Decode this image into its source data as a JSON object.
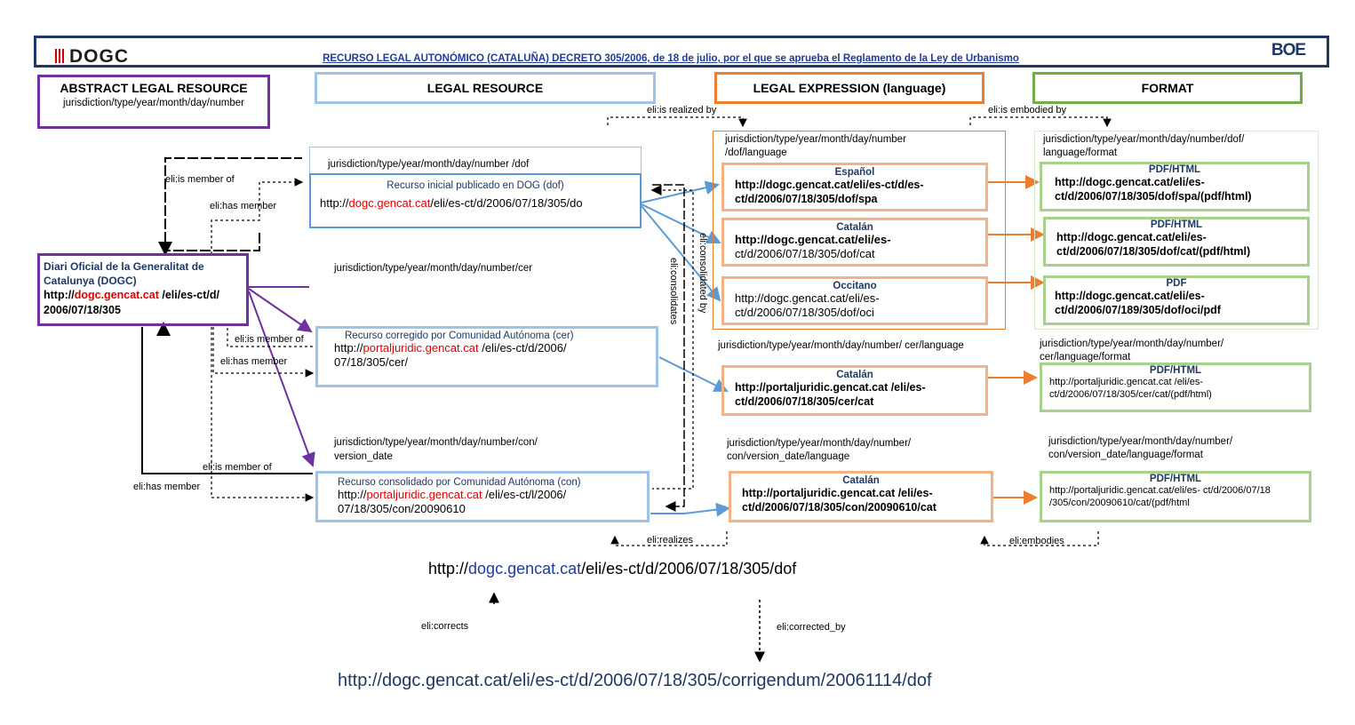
{
  "header": {
    "logo_left": "DOGC",
    "title": "RECURSO LEGAL AUTONÓMICO (CATALUÑA) DECRETO 305/2006, de 18 de julio, por el que se aprueba el Reglamento de la Ley de Urbanismo",
    "logo_right": "BOE"
  },
  "columns": {
    "abstract": {
      "title": "ABSTRACT LEGAL RESOURCE",
      "pattern": "jurisdiction/type/year/month/day/number"
    },
    "legal_resource": {
      "title": "LEGAL RESOURCE"
    },
    "legal_expression": {
      "title": "LEGAL EXPRESSION (language)"
    },
    "format": {
      "title": "FORMAT"
    }
  },
  "relations": {
    "is_realized_by": "eli:is realized by",
    "is_embodied_by": "eli:is embodied by",
    "is_member_of": "eli:is member of",
    "has_member": "eli:has member",
    "consolidates": "eli:consolidates",
    "consolidated_by": "eli:consolidated by",
    "realizes": "eli:realizes",
    "embodies": "eli:embodies",
    "corrects": "eli:corrects",
    "corrected_by": "eli:corrected_by"
  },
  "dogc_box": {
    "title": "Diari Oficial de la Generalitat de Catalunya (DOGC)",
    "url_prefix": "http://",
    "url_domain": "dogc.gencat.cat",
    "url_rest": " /eli/es-ct/d/ 2006/07/18/305"
  },
  "resources": {
    "dof": {
      "pattern": "jurisdiction/type/year/month/day/number /dof",
      "caption": "Recurso inicial publicado en DOG (dof)",
      "url_prefix": "http://",
      "url_domain": "dogc.gencat.cat",
      "url_rest": "/eli/es-ct/d/2006/07/18/305/do"
    },
    "cer": {
      "pattern": "jurisdiction/type/year/month/day/number/cer",
      "caption": "Recurso corregido por Comunidad Autónoma (cer)",
      "url_prefix": "http://",
      "url_domain": "portaljuridic.gencat.cat",
      "url_rest": " /eli/es-ct/d/2006/ 07/18/305/cer/"
    },
    "con": {
      "pattern": "jurisdiction/type/year/month/day/number/con/ version_date",
      "caption": "Recurso consolidado por Comunidad Autónoma (con)",
      "url_prefix": "http://",
      "url_domain": "portaljuridic.gencat.cat",
      "url_rest": " /eli/es-ct/l/2006/ 07/18/305/con/20090610"
    }
  },
  "expressions": {
    "dof_pattern": "jurisdiction/type/year/month/day/number /dof/language",
    "dof_spa": {
      "lang": "Español",
      "url": "http://dogc.gencat.cat/eli/es-ct/d/es-ct/d/2006/07/18/305/dof/spa"
    },
    "dof_cat": {
      "lang": "Catalán",
      "url_bold": "http://dogc.gencat.cat/eli/es-",
      "url_plain": "ct/d/2006/07/18/305/dof/cat"
    },
    "dof_oci": {
      "lang": "Occitano",
      "url": "http://dogc.gencat.cat/eli/es- ct/d/2006/07/18/305/dof/oci"
    },
    "cer_pattern": "jurisdiction/type/year/month/day/number/ cer/language",
    "cer_cat": {
      "lang": "Catalán",
      "url": "http://portaljuridic.gencat.cat /eli/es- ct/d/2006/07/18/305/cer/cat"
    },
    "con_pattern": "jurisdiction/type/year/month/day/number/ con/version_date/language",
    "con_cat": {
      "lang": "Catalán",
      "url": "http://portaljuridic.gencat.cat /eli/es- ct/d/2006/07/18/305/con/20090610/cat"
    }
  },
  "formats": {
    "dof_pattern": "jurisdiction/type/year/month/day/number/dof/ language/format",
    "f1": {
      "label": "PDF/HTML",
      "url": "http://dogc.gencat.cat/eli/es- ct/d/2006/07/18/305/dof/spa/(pdf/html)"
    },
    "f2": {
      "label": "PDF/HTML",
      "url": "http://dogc.gencat.cat/eli/es- ct/d/2006/07/18/305/dof/cat/(pdf/html)"
    },
    "f3": {
      "label": "PDF",
      "url": "http://dogc.gencat.cat/eli/es- ct/d/2006/07/189/305/dof/oci/pdf"
    },
    "cer_pattern": "jurisdiction/type/year/month/day/number/ cer/language/format",
    "f4": {
      "label": "PDF/HTML",
      "url": "http://portaljuridic.gencat.cat /eli/es- ct/d/2006/07/18/305/cer/cat/(pdf/html)"
    },
    "con_pattern": "jurisdiction/type/year/month/day/number/ con/version_date/language/format",
    "f5": {
      "label": "PDF/HTML",
      "url": "http://portaljuridic.gencat.cat/eli/es- ct/d/2006/07/18 /305/con/20090610/cat/(pdf/html"
    }
  },
  "bottom": {
    "url1_prefix": "http://",
    "url1_domain": "dogc.gencat.cat",
    "url1_rest": "/eli/es-ct/d/2006/07/18/305/dof",
    "url2": "http://dogc.gencat.cat/eli/es-ct/d/2006/07/18/305/corrigendum/20061114/dof"
  },
  "colors": {
    "orange": "#ed7d31",
    "blue": "#5b9bd5",
    "green": "#70ad47",
    "purple": "#7030a0",
    "navy": "#1f3864",
    "red": "#e00000"
  }
}
